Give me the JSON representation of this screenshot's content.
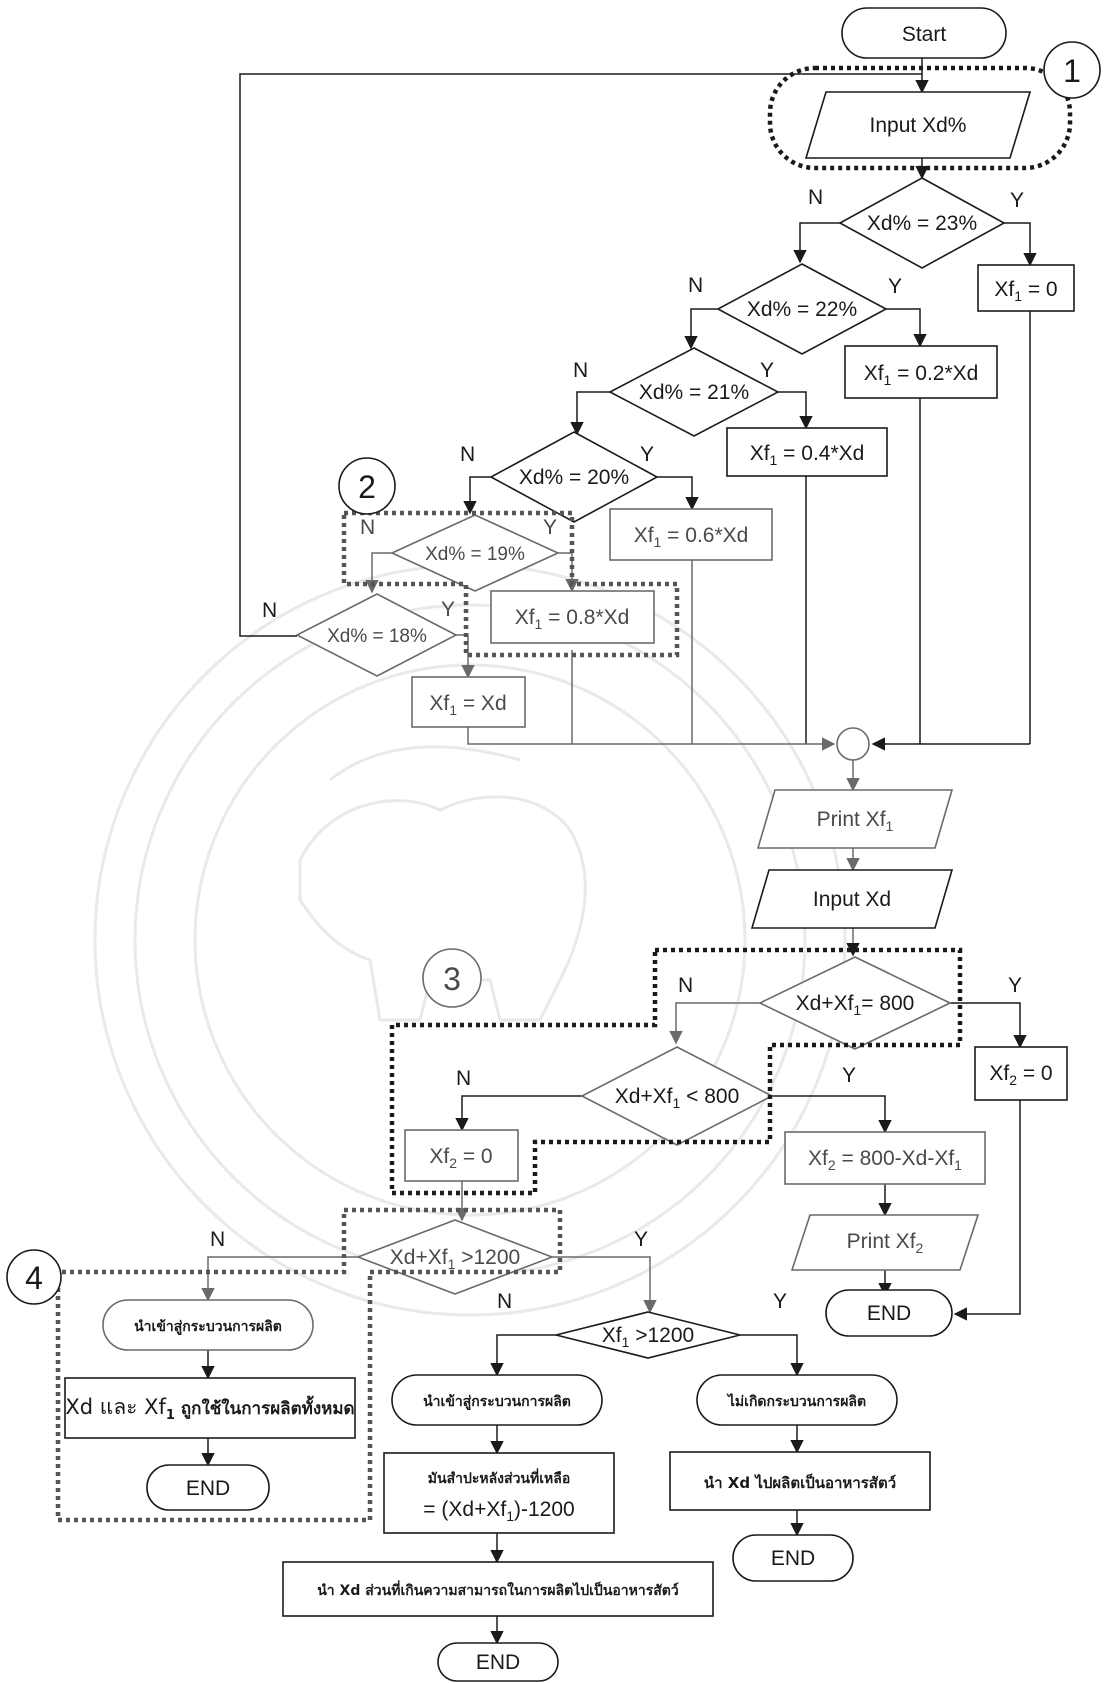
{
  "start": "Start",
  "input_xd_percent": "Input Xd%",
  "markers": {
    "m1": "1",
    "m2": "2",
    "m3": "3",
    "m4": "4"
  },
  "branch": {
    "yes": "Y",
    "no": "N"
  },
  "decisions": {
    "d23": "Xd% = 23%",
    "d22": "Xd% = 22%",
    "d21": "Xd% = 21%",
    "d20": "Xd% = 20%",
    "d19": "Xd% = 19%",
    "d18": "Xd% = 18%",
    "sum800_pre": "Xd+Xf",
    "sum800_post": "= 800",
    "lt800_pre": "Xd+Xf",
    "lt800_post": " < 800",
    "gt1200_pre": "Xd+Xf",
    "gt1200_post": " >1200",
    "xf1_pre": "Xf",
    "xf1_post": " >1200"
  },
  "assign": {
    "xf1_0": " = 0",
    "xf1_02": " = 0.2*Xd",
    "xf1_04": " = 0.4*Xd",
    "xf1_06": " = 0.6*Xd",
    "xf1_08": " = 0.8*Xd",
    "xf1_xd": " = Xd",
    "xf2_0a": " = 0",
    "xf2_0b": " = 0",
    "xf2_calc": " = 800-Xd-Xf",
    "xf_symbol": "Xf",
    "sub1": "1",
    "sub2": "2"
  },
  "io": {
    "print_xf1": "Print Xf",
    "input_xd": "Input  Xd",
    "print_xf2": "Print Xf"
  },
  "end": "END",
  "thai": {
    "to_production": "นำเข้าสู่กระบวนการผลิต",
    "all_used_pre": "Xd และ Xf",
    "all_used_post": " ถูกใช้ในการผลิตทั้งหมด",
    "no_production": "ไม่เกิดกระบวนการผลิต",
    "feed_pre": "นำ Xd ",
    "feed_post": "ไปผลิตเป็นอาหารสัตว์",
    "remaining_l1": "มันสำปะหลังส่วนที่เหลือ",
    "remaining_l2_pre": "= (Xd+Xf",
    "remaining_l2_post": ")-1200",
    "excess_pre": "นำ Xd ",
    "excess_post": "ส่วนที่เกินความสามารถในการผลิตไปเป็นอาหารสัตว์"
  }
}
